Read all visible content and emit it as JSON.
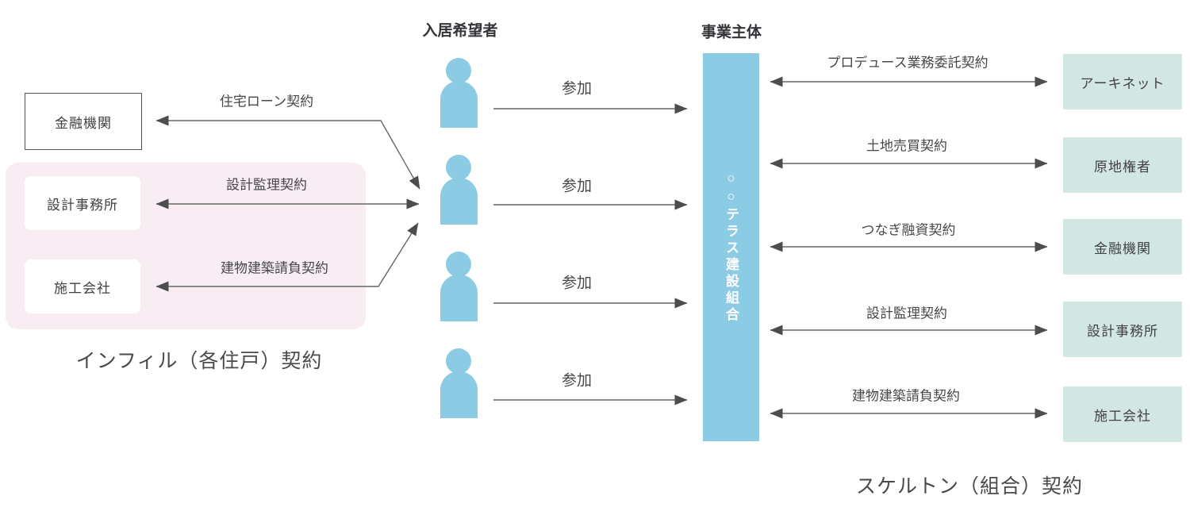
{
  "headers": {
    "residents": "入居希望者",
    "entity": "事業主体"
  },
  "left_side": {
    "boxes": [
      {
        "label": "金融機関"
      },
      {
        "label": "設計事務所"
      },
      {
        "label": "施工会社"
      }
    ],
    "arrow_labels": [
      {
        "label": "住宅ローン契約"
      },
      {
        "label": "設計監理契約"
      },
      {
        "label": "建物建築請負契約"
      }
    ],
    "caption": "インフィル（各住戸）契約"
  },
  "center": {
    "participation": "参加",
    "union_bar": "○○テラス建設組合"
  },
  "right_side": {
    "rows": [
      {
        "arrow_label": "プロデュース業務委託契約",
        "box_label": "アーキネット"
      },
      {
        "arrow_label": "土地売買契約",
        "box_label": "原地権者"
      },
      {
        "arrow_label": "つなぎ融資契約",
        "box_label": "金融機関"
      },
      {
        "arrow_label": "設計監理契約",
        "box_label": "設計事務所"
      },
      {
        "arrow_label": "建物建築請負契約",
        "box_label": "施工会社"
      }
    ],
    "caption": "スケルトン（組合）契約"
  },
  "colors": {
    "person_blue": "#8ccbe4",
    "mint_box": "#d3e7e2",
    "pink_region": "#f7edf3",
    "arrow": "#666666",
    "text": "#414145"
  }
}
